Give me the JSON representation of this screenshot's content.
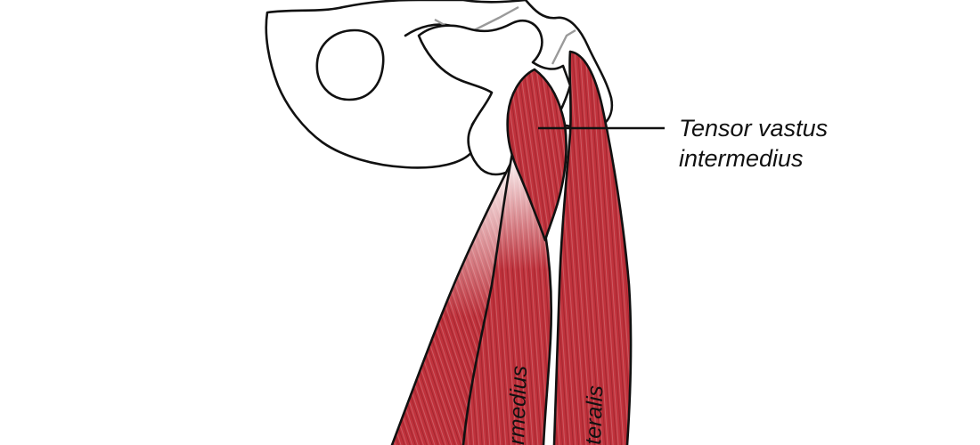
{
  "labels": {
    "callout_line1": "Tensor vastus",
    "callout_line2": "intermedius",
    "muscle_intermedius": "rmedius",
    "muscle_lateralis": "teralis"
  },
  "colors": {
    "muscle": "#c0323c",
    "muscle_dark": "#8e1b24",
    "muscle_light": "#e0a3a6",
    "bone": "#ffffff",
    "outline": "#111111",
    "background": "#ffffff"
  }
}
